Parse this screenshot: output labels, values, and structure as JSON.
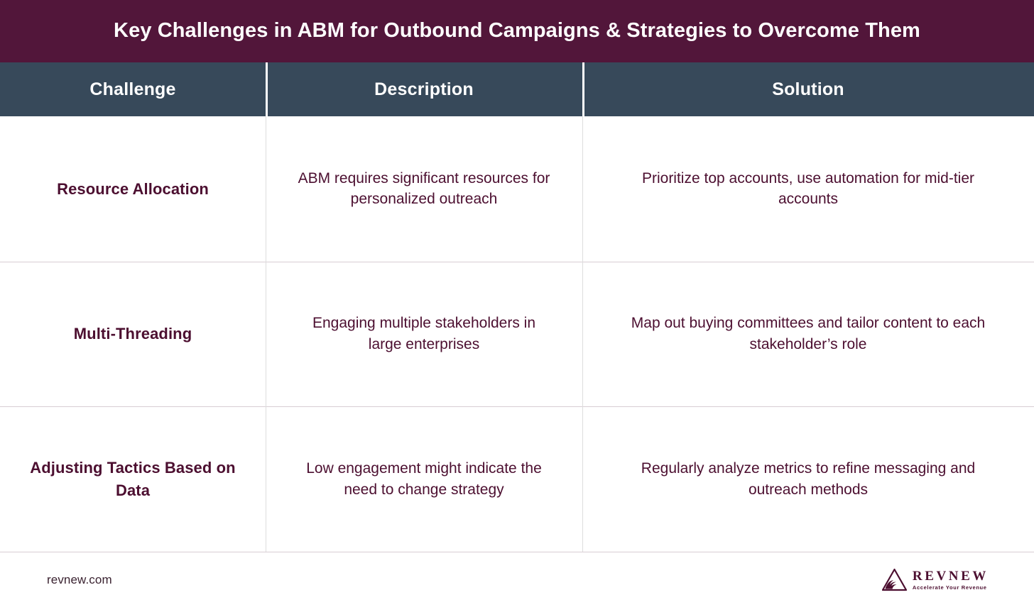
{
  "header": {
    "title": "Key Challenges in ABM for Outbound Campaigns & Strategies to Overcome Them",
    "background_color": "#52163A",
    "text_color": "#FFFFFF"
  },
  "table": {
    "header_background_color": "#37495A",
    "body_text_color": "#4C0F30",
    "columns": [
      {
        "label": "Challenge"
      },
      {
        "label": "Description"
      },
      {
        "label": "Solution"
      }
    ],
    "rows": [
      {
        "challenge": "Resource Allocation",
        "description": "ABM requires significant resources for personalized outreach",
        "solution": "Prioritize top accounts, use automation for mid-tier accounts"
      },
      {
        "challenge": "Multi-Threading",
        "description": "Engaging multiple stakeholders in large enterprises",
        "solution": "Map out buying committees and tailor content to each stakeholder’s role"
      },
      {
        "challenge": "Adjusting Tactics Based on Data",
        "description": "Low engagement might indicate the need to change strategy",
        "solution": "Regularly analyze metrics to refine messaging and outreach methods"
      }
    ]
  },
  "footer": {
    "url": "revnew.com",
    "logo": {
      "icon": "revnew-triangle-wave-logo-icon",
      "name": "REVNEW",
      "tagline": "Accelerate Your Revenue",
      "color": "#4C0F30"
    }
  }
}
